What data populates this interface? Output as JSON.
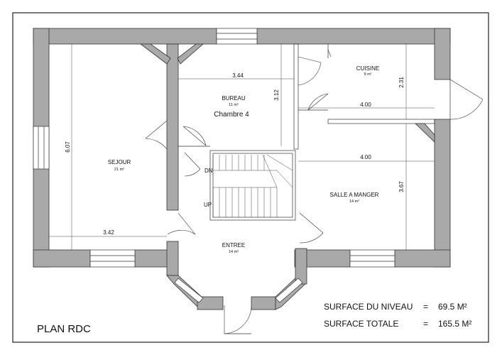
{
  "plan": {
    "title": "PLAN RDC",
    "rooms": {
      "sejour": {
        "name": "SEJOUR",
        "area": "21 m²"
      },
      "bureau": {
        "name": "BUREAU",
        "area": "11 m²",
        "extra": "Chambre 4"
      },
      "cuisine": {
        "name": "CUISINE",
        "area": "9 m²"
      },
      "salle": {
        "name": "SALLE A MANGER",
        "area": "14 m²"
      },
      "entree": {
        "name": "ENTREE",
        "area": "14 m²"
      }
    },
    "dimensions": {
      "bureau_width": "3.44",
      "bureau_height": "3.12",
      "sejour_height": "6.07",
      "sejour_width": "3.42",
      "cuisine_width": "4.00",
      "cuisine_height": "2.31",
      "salle_width": "4.00",
      "salle_height": "3.67"
    },
    "stairs": {
      "down": "DN",
      "up": "UP"
    },
    "summary": {
      "niveau_label": "SURFACE DU NIVEAU",
      "niveau_eq": "=",
      "niveau_value": "69.5 M²",
      "totale_label": "SURFACE TOTALE",
      "totale_eq": "=",
      "totale_value": "165.5 M²"
    },
    "colors": {
      "wall": "#a9a9a9",
      "line": "#333333"
    }
  }
}
